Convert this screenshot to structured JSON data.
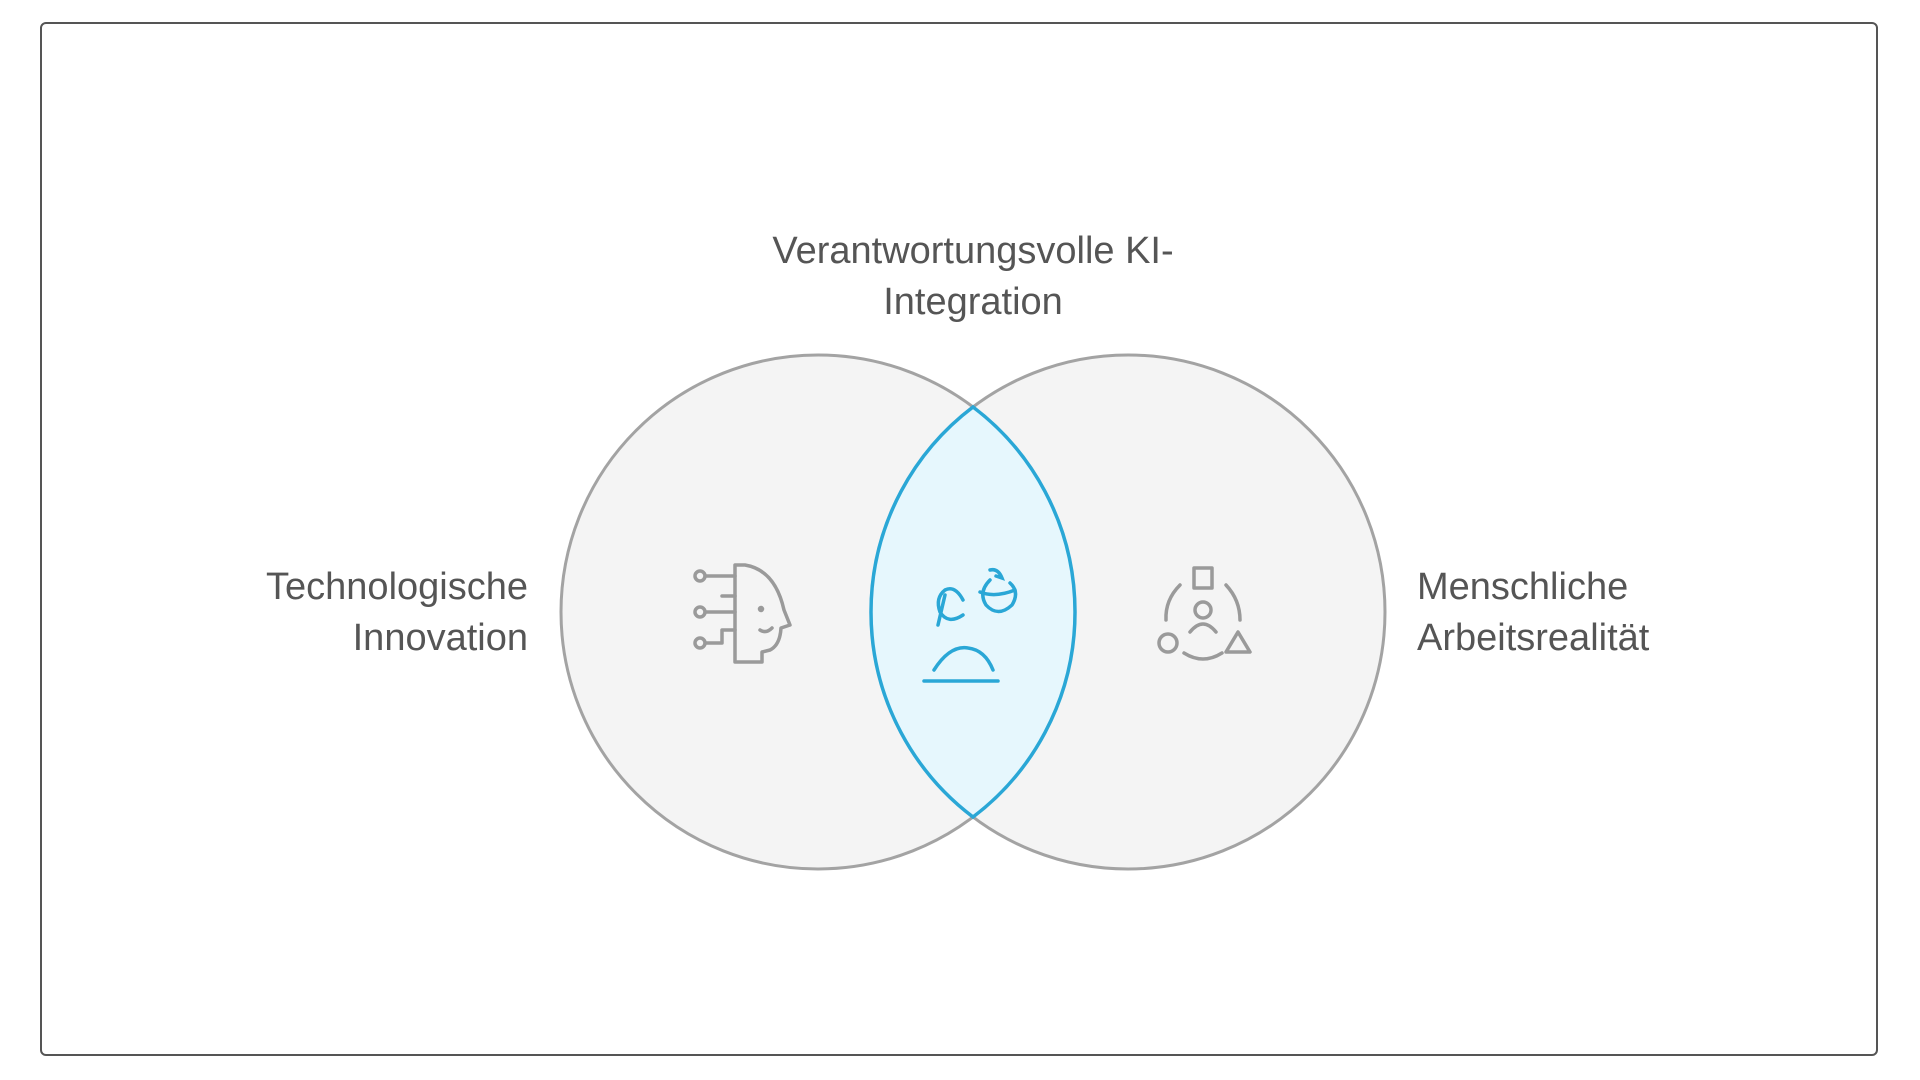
{
  "diagram": {
    "type": "venn",
    "top_label": [
      "Verantwortungsvolle KI-",
      "Integration"
    ],
    "left_label": [
      "Technologische",
      "Innovation"
    ],
    "right_label": [
      "Menschliche",
      "Arbeitsrealität"
    ],
    "icons": {
      "left": "ai-head-circuit-icon",
      "center": "person-cycle-icon",
      "right": "people-shapes-group-icon"
    },
    "colors": {
      "circle_fill": "#f4f4f4",
      "circle_stroke": "#a0a0a0",
      "intersection_fill": "#e6f7fd",
      "intersection_stroke": "#2aa7d6",
      "text": "#555555"
    }
  }
}
